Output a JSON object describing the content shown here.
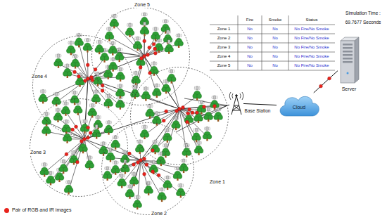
{
  "diagram": {
    "nodes": [
      {
        "text": [
          "Zone 1"
        ]
      },
      {
        "text": [
          "Zone 2"
        ]
      },
      {
        "text": [
          "Zone 3"
        ]
      },
      {
        "text": [
          "Zone 4"
        ]
      },
      {
        "text": [
          "Zone 5"
        ]
      },
      {
        "text": [
          "Base Station"
        ]
      },
      {
        "text": [
          "Cloud"
        ]
      },
      {
        "text": [
          "Server"
        ]
      }
    ],
    "edges": [
      {
        "from": 0,
        "to": 5,
        "arrow": "none"
      },
      {
        "from": 5,
        "to": 6,
        "arrow": "none"
      },
      {
        "from": 6,
        "to": 7,
        "arrow": "none"
      }
    ],
    "labels": [
      "Fire",
      "Smoke",
      "Status",
      "Zone 1",
      "No",
      "No",
      "No Fire/No Smoke",
      "Zone 2",
      "No",
      "No",
      "No Fire/No Smoke",
      "Zone 3",
      "No",
      "No",
      "No Fire/No Smoke",
      "Zone 4",
      "No",
      "No",
      "No Fire/No Smoke",
      "Zone 5",
      "No",
      "No",
      "No Fire/No Smoke",
      "Simulation Time :",
      "69.7677 Seconds"
    ],
    "legend": [
      {
        "text": "Pair of RGB and IR images",
        "color": "#e8231c"
      }
    ]
  }
}
